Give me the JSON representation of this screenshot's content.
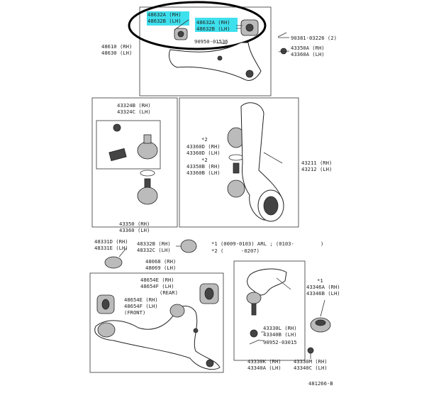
{
  "labels": {
    "a1": "48632A (RH)",
    "a2": "48632B (LH)",
    "b1": "48632A (RH)",
    "b2": "48632B (LH)",
    "c1": "90381-03226 (2)",
    "d1": "48610 (RH)",
    "d2": "48630 (LH)",
    "e1": "90950-01536",
    "f1": "43350A (RH)",
    "f2": "43360A (LH)",
    "g1": "43324B (RH)",
    "g2": "43324C (LH)",
    "h1": "*2",
    "h2": "43360D (RH)",
    "h3": "43360D (LH)",
    "h4": "*2",
    "h5": "43350B (RH)",
    "h6": "43360B (LH)",
    "i1": "43211 (RH)",
    "i2": "43212 (LH)",
    "j1": "43350 (RH)",
    "j2": "43360 (LH)",
    "k1": "48331D (RH)",
    "k2": "48331E (LH)",
    "l1": "48332B (RH)",
    "l2": "48332C (LH)",
    "m1": "*1 (0009-0103) ARL ; (0103-",
    "m2": ")",
    "m3": "*2 (",
    "m4": "-0207)",
    "n1": "48068 (RH)",
    "n2": "48069 (LH)",
    "o1": "48654E (RH)",
    "o2": "48654F (LH)",
    "o3": "(REAR)",
    "p1": "48654E (RH)",
    "p2": "48654F (LH)",
    "p3": "(FRONT)",
    "q1": "*1",
    "q2": "43346A (RH)",
    "q3": "43346B (LH)",
    "r1": "43330L (RH)",
    "r2": "43340B (LH)",
    "s1": "90952-03015",
    "t1": "43330K (RH)",
    "t2": "43340A (LH)",
    "u1": "43330M (RH)",
    "u2": "43340C (LH)",
    "v1": "481266-B"
  },
  "colors": {
    "highlight": "#3fe0ee",
    "line": "#333333"
  }
}
